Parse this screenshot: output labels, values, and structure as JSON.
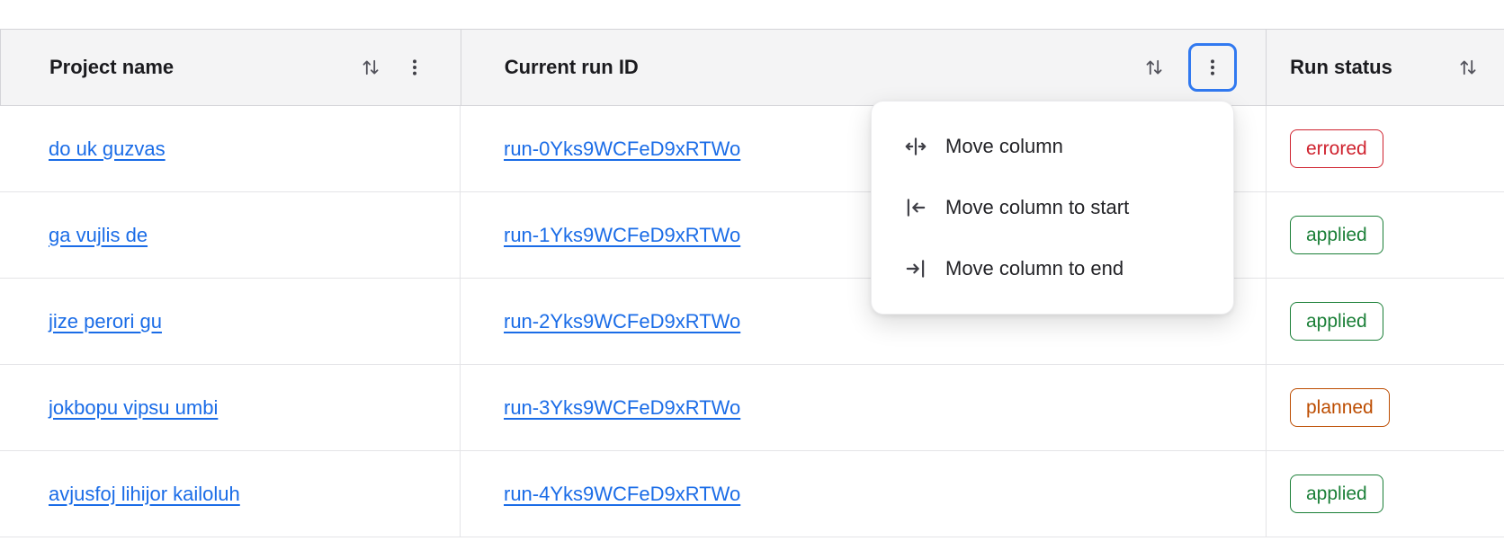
{
  "table": {
    "columns": [
      {
        "label": "Project name",
        "icons": [
          "sort-icon",
          "kebab-icon"
        ]
      },
      {
        "label": "Current run ID",
        "icons": [
          "sort-icon",
          "kebab-icon"
        ]
      },
      {
        "label": "Run status",
        "icons": [
          "sort-icon"
        ]
      }
    ],
    "rows": [
      {
        "project": "do uk guzvas",
        "run_id": "run-0Yks9WCFeD9xRTWo",
        "status": "errored"
      },
      {
        "project": "ga vujlis de",
        "run_id": "run-1Yks9WCFeD9xRTWo",
        "status": "applied"
      },
      {
        "project": "jize perori gu",
        "run_id": "run-2Yks9WCFeD9xRTWo",
        "status": "applied"
      },
      {
        "project": "jokbopu vipsu umbi",
        "run_id": "run-3Yks9WCFeD9xRTWo",
        "status": "planned"
      },
      {
        "project": "avjusfoj lihijor kailoluh",
        "run_id": "run-4Yks9WCFeD9xRTWo",
        "status": "applied"
      }
    ]
  },
  "menu": {
    "items": [
      {
        "label": "Move column",
        "icon": "move-column-icon"
      },
      {
        "label": "Move column to start",
        "icon": "move-column-to-start-icon"
      },
      {
        "label": "Move column to end",
        "icon": "move-column-to-end-icon"
      }
    ]
  },
  "colors": {
    "link": "#1a6ce7",
    "header_background": "#f4f4f5",
    "focus_ring": "#3179f0",
    "status": {
      "errored": "#cf222e",
      "applied": "#1a7f37",
      "planned": "#bc4c00"
    }
  }
}
